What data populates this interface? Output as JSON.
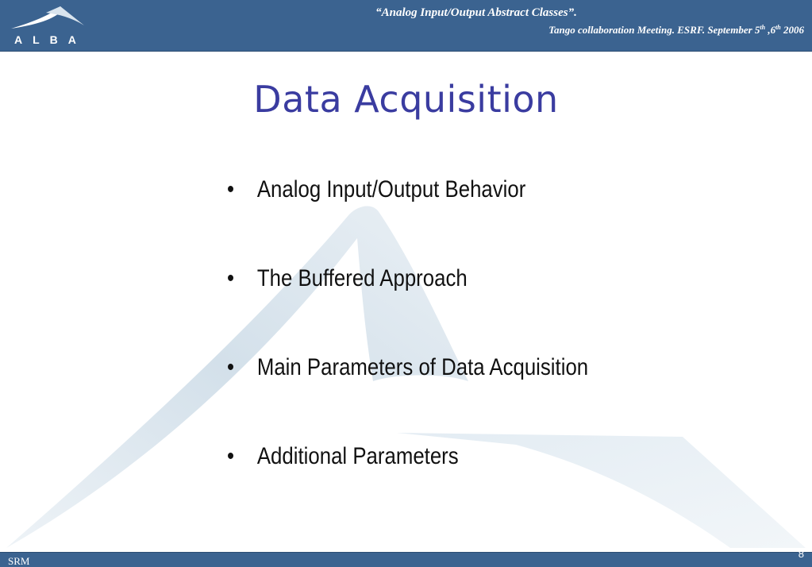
{
  "header": {
    "logo_text": "ALBA",
    "line1": "“Analog Input/Output Abstract Classes”.",
    "line2_prefix": "Tango collaboration Meeting.  ESRF.  September 5",
    "sup1": "th",
    "line2_mid": " ,6",
    "sup2": "th",
    "line2_suffix": "  2006"
  },
  "slide": {
    "title": "Data Acquisition",
    "bullet_symbol": "•",
    "bullets": [
      "Analog Input/Output Behavior",
      "The Buffered Approach",
      "Main Parameters of Data Acquisition",
      "Additional Parameters"
    ]
  },
  "footer": {
    "left": "SRM",
    "page_number": "8"
  },
  "colors": {
    "bar": "#3b6390",
    "title": "#3a3ca0",
    "text": "#111111",
    "art": "#dbe6ee"
  }
}
